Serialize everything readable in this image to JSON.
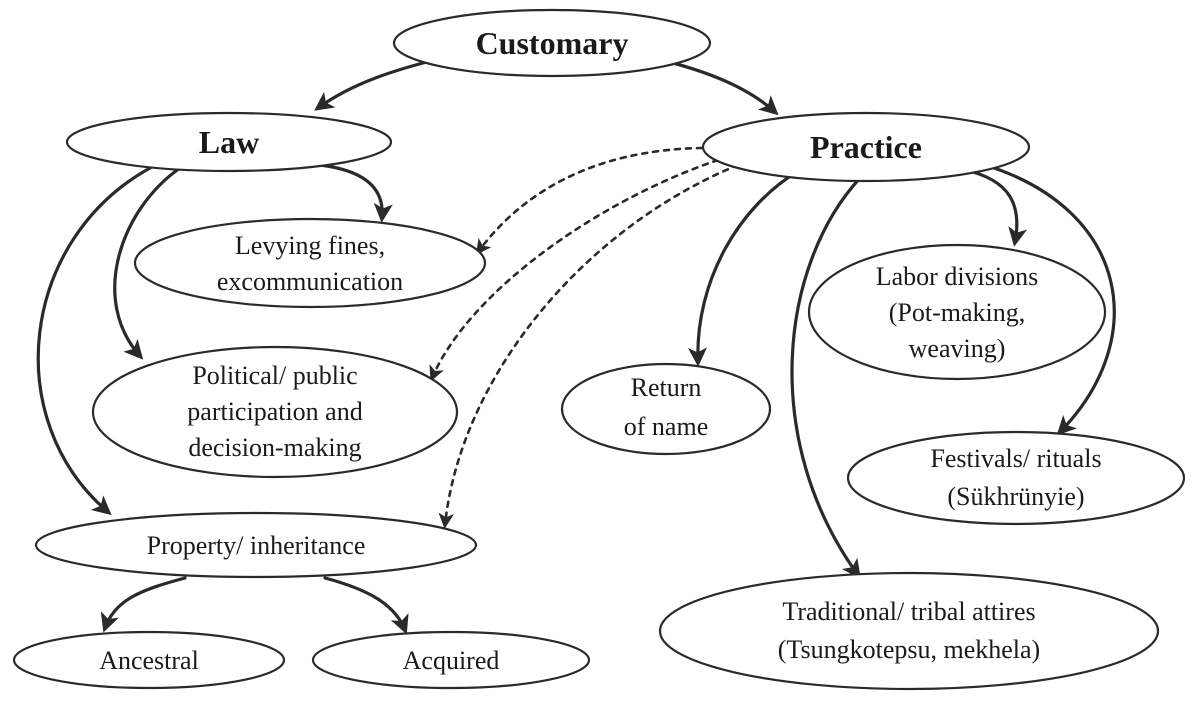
{
  "nodes": {
    "customary": {
      "lines": [
        "Customary"
      ]
    },
    "law": {
      "lines": [
        "Law"
      ]
    },
    "practice": {
      "lines": [
        "Practice"
      ]
    },
    "levying": {
      "lines": [
        "Levying fines,",
        "excommunication"
      ]
    },
    "political": {
      "lines": [
        "Political/ public",
        "participation and",
        "decision-making"
      ]
    },
    "property": {
      "lines": [
        "Property/ inheritance"
      ]
    },
    "ancestral": {
      "lines": [
        "Ancestral"
      ]
    },
    "acquired": {
      "lines": [
        "Acquired"
      ]
    },
    "return_name": {
      "lines": [
        "Return",
        "of name"
      ]
    },
    "labor": {
      "lines": [
        "Labor divisions",
        "(Pot-making,",
        "weaving)"
      ]
    },
    "festivals": {
      "lines": [
        "Festivals/ rituals",
        "(Sükhrünyie)"
      ]
    },
    "attires": {
      "lines": [
        "Traditional/ tribal attires",
        "(Tsungkotepsu, mekhela)"
      ]
    }
  },
  "edges": [
    {
      "from": "customary",
      "to": "law",
      "style": "solid"
    },
    {
      "from": "customary",
      "to": "practice",
      "style": "solid"
    },
    {
      "from": "law",
      "to": "levying",
      "style": "solid"
    },
    {
      "from": "law",
      "to": "political",
      "style": "solid"
    },
    {
      "from": "law",
      "to": "property",
      "style": "solid"
    },
    {
      "from": "property",
      "to": "ancestral",
      "style": "solid"
    },
    {
      "from": "property",
      "to": "acquired",
      "style": "solid"
    },
    {
      "from": "practice",
      "to": "return_name",
      "style": "solid"
    },
    {
      "from": "practice",
      "to": "labor",
      "style": "solid"
    },
    {
      "from": "practice",
      "to": "festivals",
      "style": "solid"
    },
    {
      "from": "practice",
      "to": "attires",
      "style": "solid"
    },
    {
      "from": "practice",
      "to": "levying",
      "style": "dashed"
    },
    {
      "from": "practice",
      "to": "political",
      "style": "dashed"
    },
    {
      "from": "practice",
      "to": "property",
      "style": "dashed"
    }
  ]
}
